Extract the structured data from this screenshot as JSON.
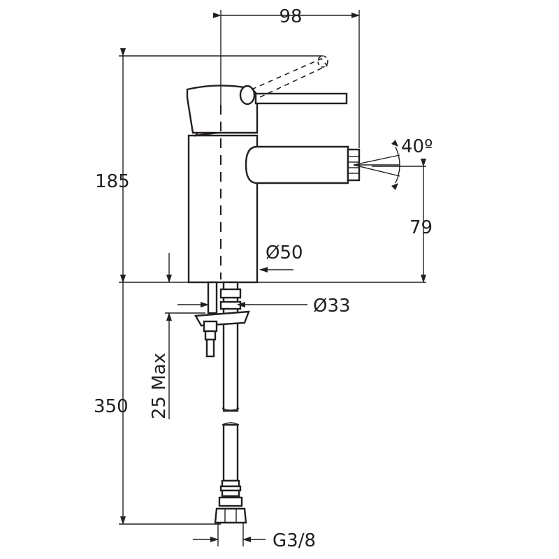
{
  "dimensions": {
    "width_98": "98",
    "height_185": "185",
    "height_79": "79",
    "height_350": "350",
    "angle_40": "40º",
    "dia_50": "Ø50",
    "dia_33": "Ø33",
    "max_25": "25 Max",
    "thread": "G3/8"
  },
  "colors": {
    "ink": "#231f20",
    "background": "#ffffff"
  }
}
